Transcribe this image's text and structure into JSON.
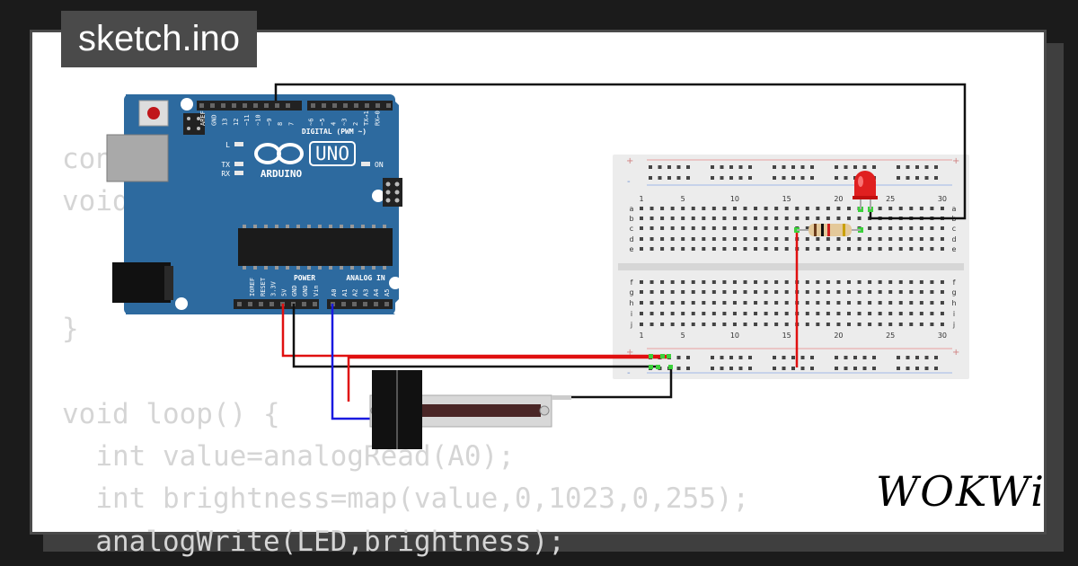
{
  "title": "sketch.ino",
  "code_lines": [
    "const int LED=9;",
    "void setup() {",
    "",
    "",
    "}",
    "",
    "void loop() {",
    "  int value=analogRead(A0);",
    "  int brightness=map(value,0,1023,0,255);",
    "  analogWrite(LED,brightness);"
  ],
  "board": {
    "name": "UNO",
    "brand": "ARDUINO",
    "digital_header": "DIGITAL (PWM ~)",
    "power_header": "POWER",
    "analog_header": "ANALOG IN",
    "led_l": "L",
    "led_tx": "TX",
    "led_rx": "RX",
    "led_on": "ON",
    "digital_pins": [
      "AREF",
      "GND",
      "13",
      "12",
      "~11",
      "~10",
      "~9",
      "8",
      "7",
      "~6",
      "~5",
      "4",
      "~3",
      "2",
      "TX→1",
      "RX←0"
    ],
    "power_pins": [
      "IOREF",
      "RESET",
      "3.3V",
      "5V",
      "GND",
      "GND",
      "Vin"
    ],
    "analog_pins": [
      "A0",
      "A1",
      "A2",
      "A3",
      "A4",
      "A5"
    ]
  },
  "breadboard": {
    "column_numbers": [
      "1",
      "5",
      "10",
      "15",
      "20",
      "25",
      "30"
    ],
    "row_letters_top": [
      "a",
      "b",
      "c",
      "d",
      "e"
    ],
    "row_letters_bottom": [
      "f",
      "g",
      "h",
      "i",
      "j"
    ],
    "rail_plus": "+",
    "rail_minus": "-"
  },
  "brand_logo": "WOKWi",
  "colors": {
    "background": "#1b1b1b",
    "card": "#ffffff",
    "board_blue": "#2d6a9f",
    "wire_red": "#e01010",
    "wire_blue": "#1a1ae0",
    "wire_black": "#111111",
    "led_red": "#e02020"
  }
}
